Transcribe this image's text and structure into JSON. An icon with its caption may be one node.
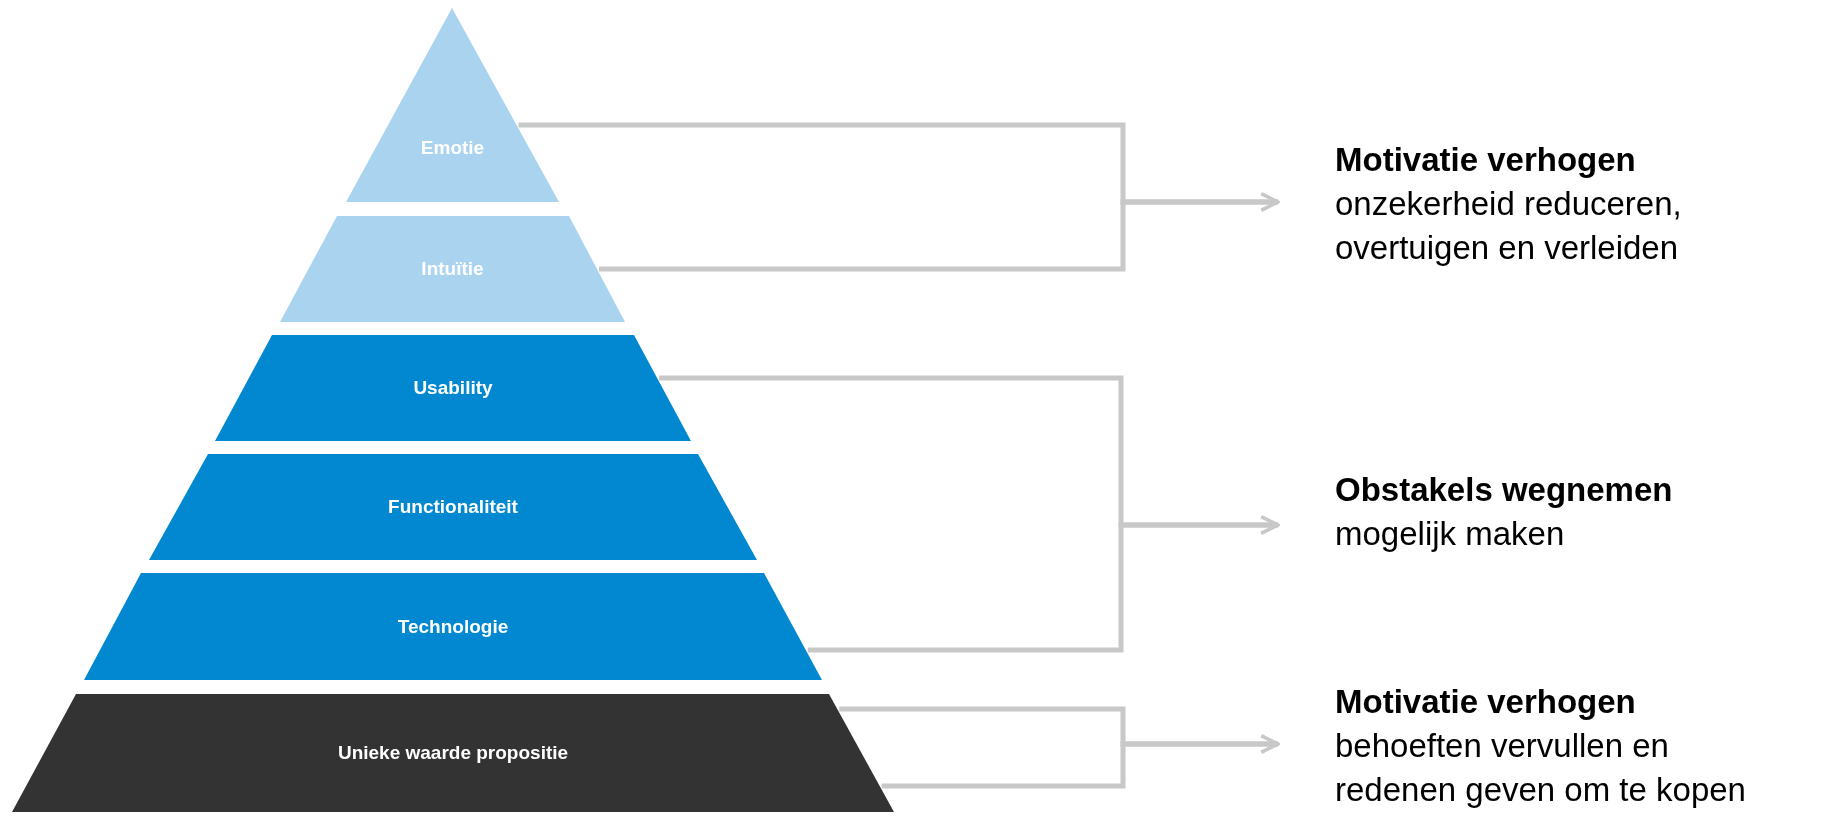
{
  "diagram": {
    "nodes": [
      {
        "text": [
          "Emotie"
        ]
      },
      {
        "text": [
          "Intuïtie"
        ]
      },
      {
        "text": [
          "Usability"
        ]
      },
      {
        "text": [
          "Functionaliteit"
        ]
      },
      {
        "text": [
          "Technologie"
        ]
      },
      {
        "text": [
          "Unieke waarde propositie"
        ]
      },
      {
        "text": [
          "Motivatie verhogen",
          "onzekerheid reduceren, overtuigen en verleiden"
        ]
      },
      {
        "text": [
          "Obstakels wegnemen",
          "mogelijk maken"
        ]
      },
      {
        "text": [
          "Motivatie verhogen",
          "behoeften vervullen en redenen geven om te kopen"
        ]
      }
    ],
    "edges": [
      {
        "from": 0,
        "to": 6,
        "arrow": "to"
      },
      {
        "from": 1,
        "to": 6,
        "arrow": "to"
      },
      {
        "from": 2,
        "to": 7,
        "arrow": "to"
      },
      {
        "from": 4,
        "to": 7,
        "arrow": "to"
      },
      {
        "from": 5,
        "to": 8,
        "arrow": "to"
      },
      {
        "from": 5,
        "to": 8,
        "arrow": "to"
      }
    ]
  }
}
